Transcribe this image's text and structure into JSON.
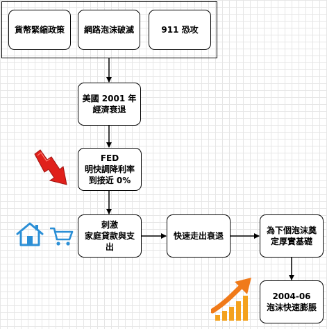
{
  "nodes": {
    "monetary_tightening": "貨幣緊縮政策",
    "dotcom_bubble": "網路泡沫破滅",
    "sept11": "911 恐攻",
    "us_recession": "美國 2001 年\n經濟衰退",
    "fed_rate_cut": "FED\n明快調降利率\n到接近 0%",
    "stimulate_mortgages": "刺激\n家庭貸款與支\n出",
    "quick_recovery": "快速走出衰退",
    "next_bubble": "為下個泡沫奠\n定厚實基礎",
    "bubble_expansion": "2004-06\n泡沫快速膨脹"
  },
  "icons": {
    "falling_arrow": "down-trend-arrow-icon",
    "house": "house-icon",
    "cart": "shopping-cart-icon",
    "rising_chart": "rising-chart-icon"
  },
  "colors": {
    "line": "#000000",
    "falling_arrow": "#e0201b",
    "house": "#2b8fd6",
    "cart": "#2b8fd6",
    "rising_arrow": "#f07a1a",
    "rising_bars": "#f4a21e"
  }
}
